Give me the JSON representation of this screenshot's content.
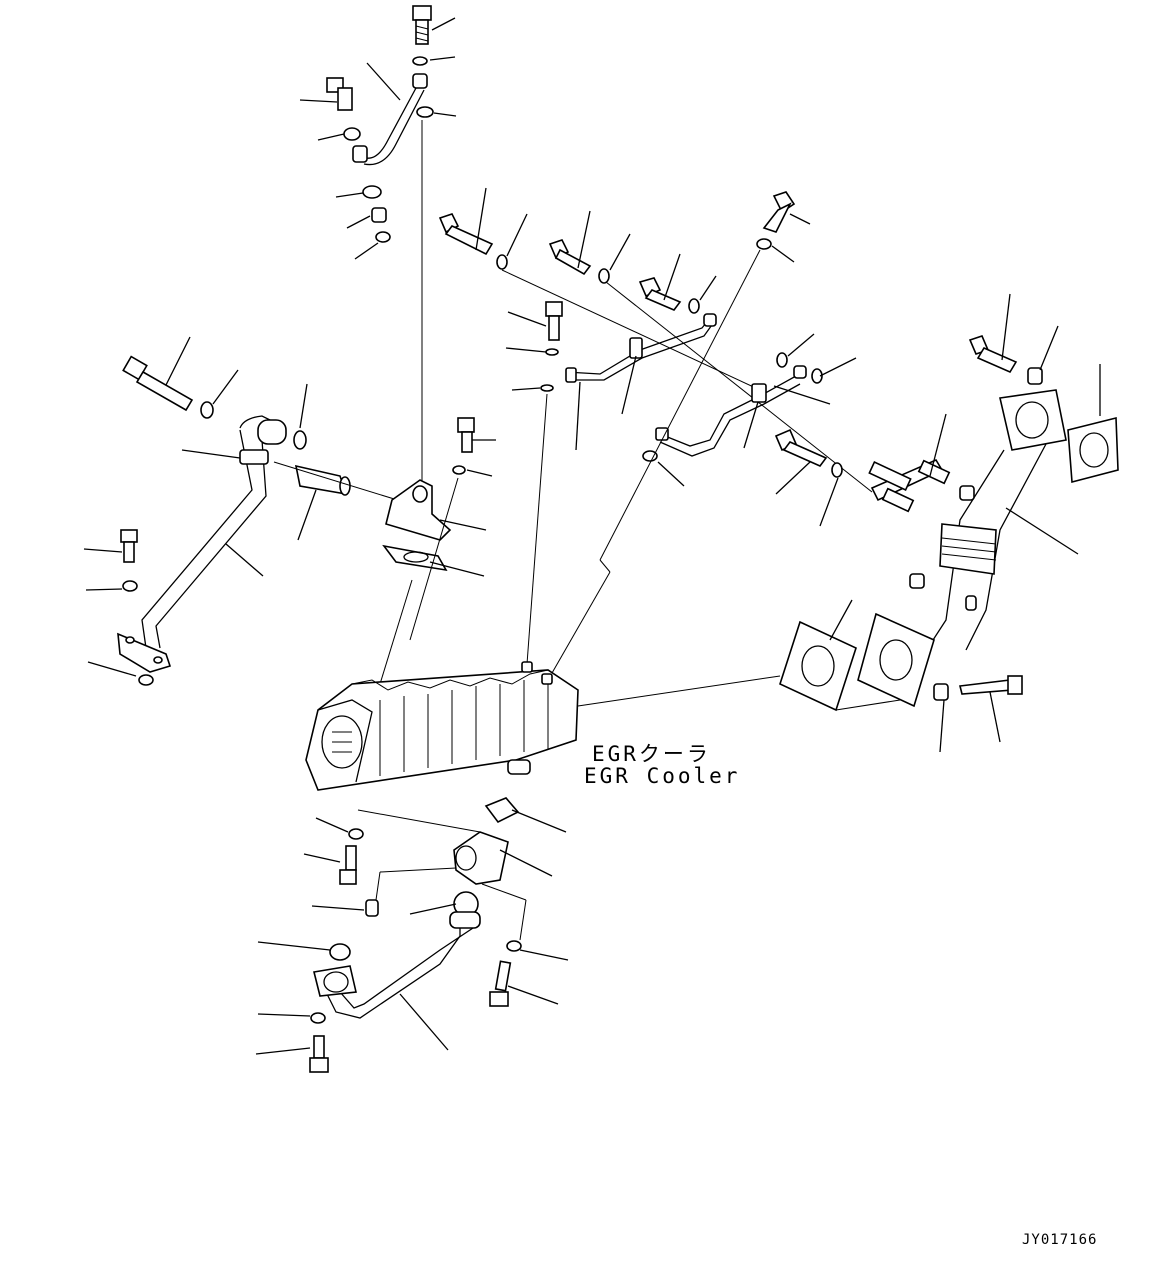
{
  "cooler_label_ja": "EGRクーラ",
  "cooler_label_en": "EGR Cooler",
  "drawing_code": "JY017166"
}
